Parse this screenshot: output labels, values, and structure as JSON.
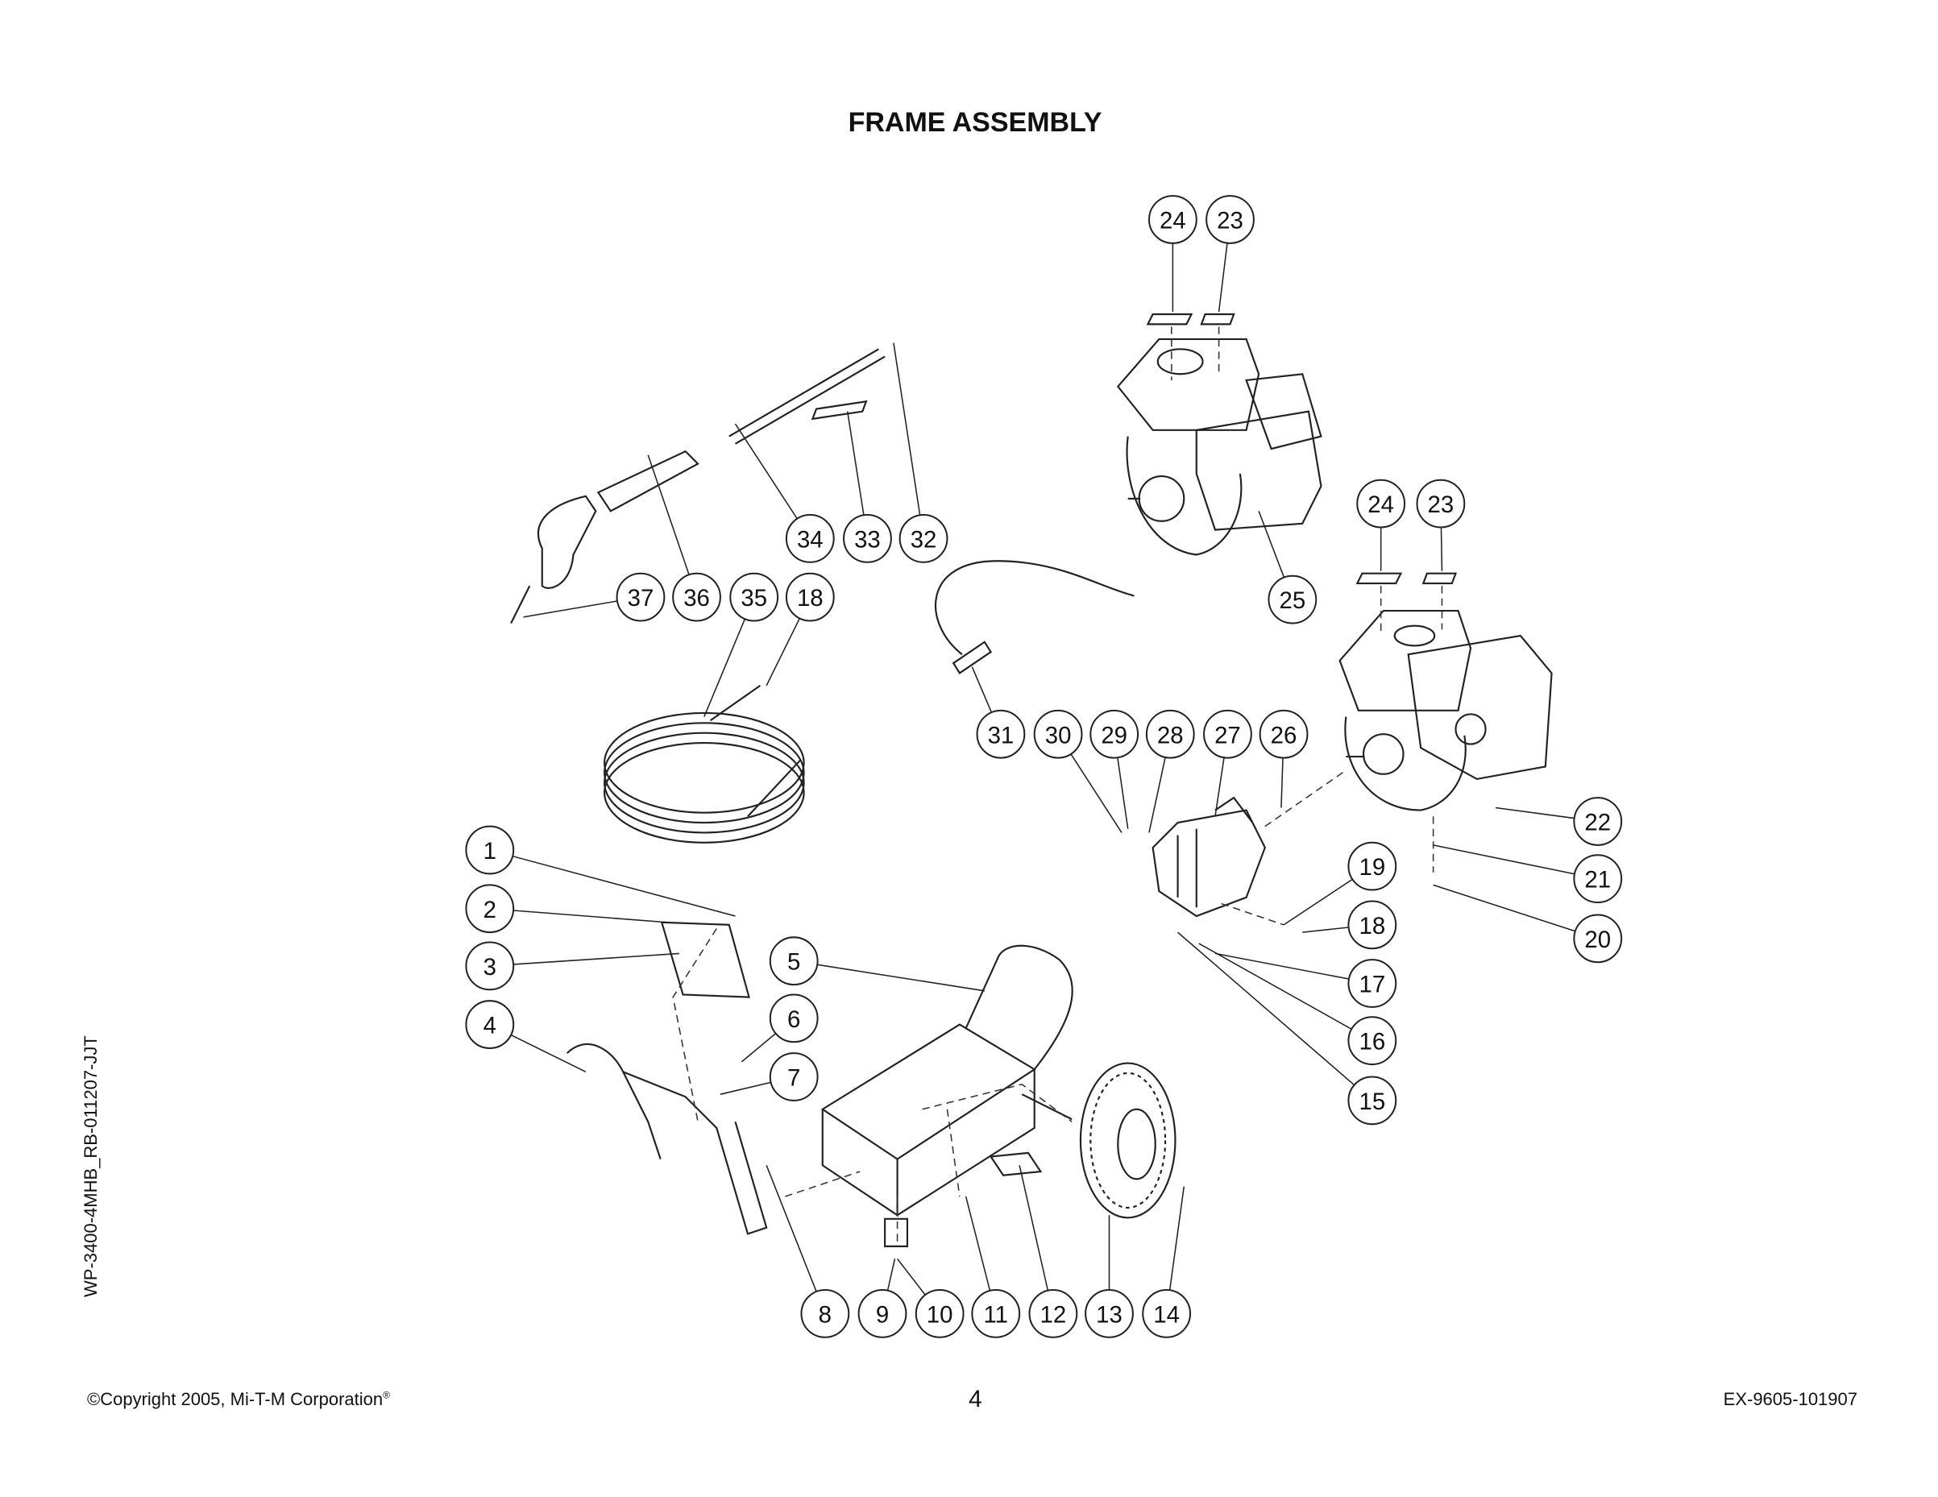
{
  "title": "FRAME ASSEMBLY",
  "side_code": "WP-3400-4MHB_RB-011207-JJT",
  "footer": {
    "copyright": "©Copyright 2005, Mi-T-M Corporation",
    "registered": "®",
    "page_number": "4",
    "doc_number": "EX-9605-101907"
  },
  "callouts": [
    "24",
    "23",
    "24",
    "23",
    "34",
    "33",
    "32",
    "37",
    "36",
    "35",
    "18",
    "25",
    "31",
    "30",
    "29",
    "28",
    "27",
    "26",
    "22",
    "21",
    "20",
    "1",
    "2",
    "3",
    "4",
    "19",
    "18",
    "17",
    "16",
    "15",
    "5",
    "6",
    "7",
    "8",
    "9",
    "10",
    "11",
    "12",
    "13",
    "14"
  ]
}
